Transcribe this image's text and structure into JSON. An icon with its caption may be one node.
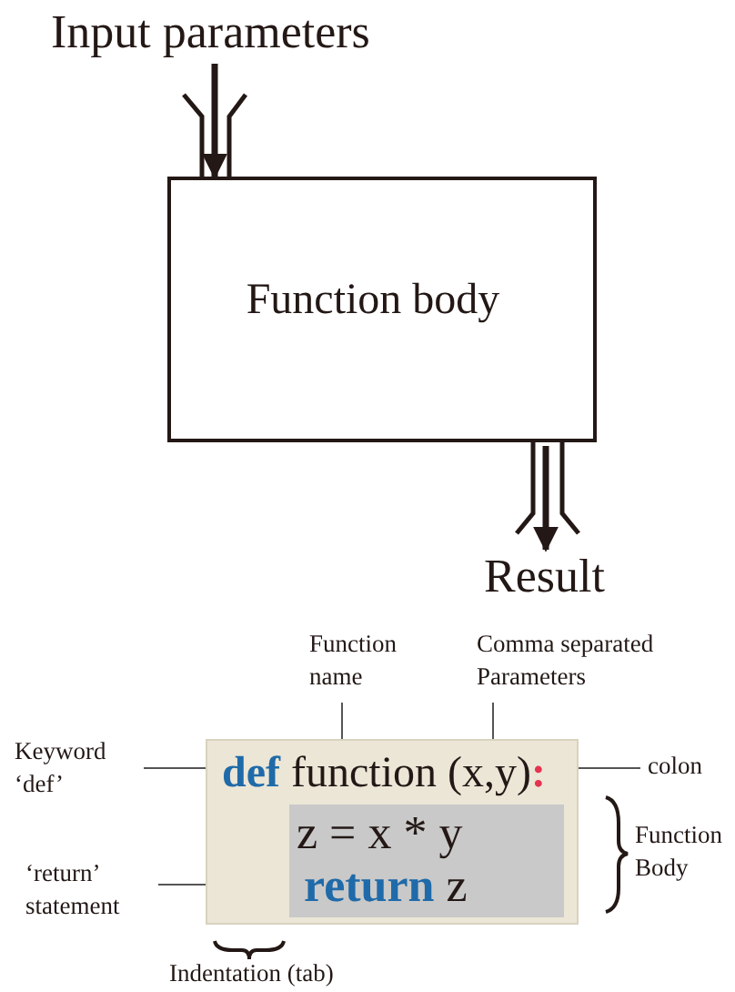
{
  "diagram": {
    "nodes": [
      {
        "text": [
          "Input parameters"
        ]
      },
      {
        "text": [
          "Function body"
        ]
      },
      {
        "text": [
          "Result"
        ]
      },
      {
        "text": [
          "def",
          "function (x,y)",
          ":"
        ]
      },
      {
        "text": [
          "z = x * y",
          "return",
          "z"
        ],
        "in": 3
      },
      {
        "text": [
          "Function name"
        ]
      },
      {
        "text": [
          "Comma separated Parameters"
        ]
      },
      {
        "text": [
          "Keyword ‘def’"
        ]
      },
      {
        "text": [
          "colon"
        ]
      },
      {
        "text": [
          "‘return’ statement"
        ]
      }
    ],
    "edges": [
      {
        "from": 0,
        "to": 1,
        "arrow": "to",
        "style": "thick"
      },
      {
        "from": 1,
        "to": 2,
        "arrow": "to",
        "style": "thick"
      },
      {
        "from": 5,
        "to": 3,
        "arrow": "none"
      },
      {
        "from": 6,
        "to": 3,
        "arrow": "none"
      },
      {
        "from": 7,
        "to": 3,
        "arrow": "none"
      },
      {
        "from": 8,
        "to": 3,
        "arrow": "none"
      },
      {
        "from": 9,
        "to": 3,
        "arrow": "none"
      }
    ],
    "labels": [
      "Function Body",
      "Indentation (tab)"
    ]
  }
}
